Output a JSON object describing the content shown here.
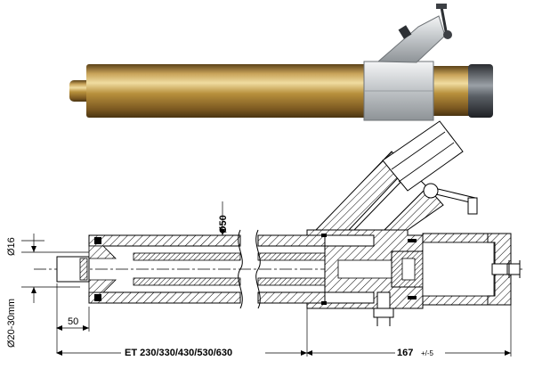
{
  "drawing": {
    "dimensions": {
      "d16": "Ø16",
      "d50": "Ø50",
      "d20_30": "Ø20-30mm",
      "len50": "50",
      "models": "ET 230/330/430/530/630",
      "len167": "167",
      "tol": "+/-5"
    },
    "colors": {
      "brass_light": "#d8b86a",
      "brass_mid": "#b48a3a",
      "brass_dark": "#6e4f1c",
      "aluminium": "#c9ccce",
      "steel_dark": "#3c3f44",
      "hatch": "#000000"
    }
  }
}
